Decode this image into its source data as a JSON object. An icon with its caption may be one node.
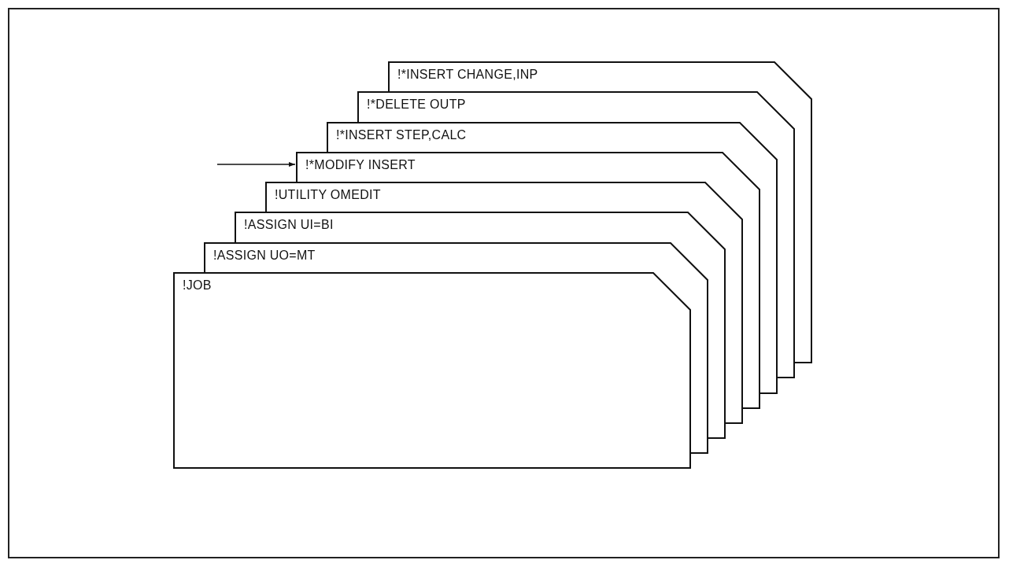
{
  "diagram": {
    "nodes": [
      {
        "text": [
          "!*INSERT CHANGE,INP"
        ]
      },
      {
        "text": [
          "!*DELETE OUTP"
        ]
      },
      {
        "text": [
          "!*INSERT STEP,CALC"
        ]
      },
      {
        "text": [
          "!*MODIFY INSERT"
        ]
      },
      {
        "text": [
          "!UTILITY OMEDIT"
        ]
      },
      {
        "text": [
          "!ASSIGN UI=BI"
        ]
      },
      {
        "text": [
          "!ASSIGN UO=MT"
        ]
      },
      {
        "text": [
          "!JOB"
        ]
      }
    ],
    "edges": [
      {
        "from": null,
        "to": 3,
        "arrow": "to"
      }
    ]
  }
}
